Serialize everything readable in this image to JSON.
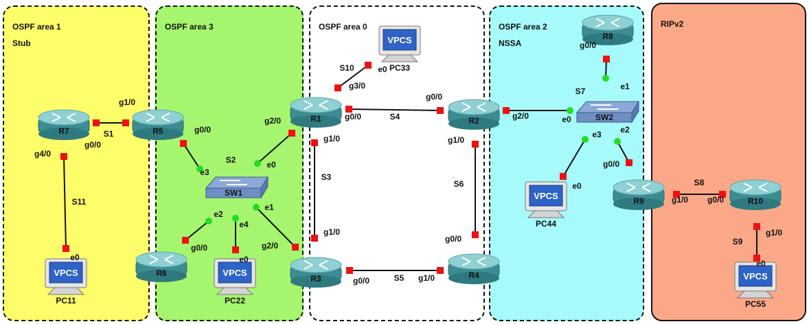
{
  "colors": {
    "area1": "#fefe6a",
    "area3": "#a6f56f",
    "area0": "#ffffff",
    "area2": "#a6fafa",
    "rip": "#fba889",
    "port_down": "#ee1111",
    "port_up": "#22dd22",
    "router_body": "#3b8d92",
    "router_top": "#8fd0d2",
    "switch_body": "#8aa9d6",
    "vpcs_screen": "#2e63c7"
  },
  "areas": [
    {
      "id": "area1",
      "title": "OSPF area 1",
      "subtitle": "Stub",
      "fill": "#fefe6a",
      "border": "dashed"
    },
    {
      "id": "area3",
      "title": "OSPF area 3",
      "subtitle": "",
      "fill": "#a6f56f",
      "border": "dashed"
    },
    {
      "id": "area0",
      "title": "OSPF area 0",
      "subtitle": "",
      "fill": "#ffffff",
      "border": "dashed"
    },
    {
      "id": "area2",
      "title": "OSPF area 2",
      "subtitle": "NSSA",
      "fill": "#a6fafa",
      "border": "dashed"
    },
    {
      "id": "rip",
      "title": "RIPv2",
      "subtitle": "",
      "fill": "#fba889",
      "border": "solid"
    }
  ],
  "devices": [
    {
      "id": "R7",
      "type": "router",
      "label": "R7"
    },
    {
      "id": "R5",
      "type": "router",
      "label": "R5"
    },
    {
      "id": "R6",
      "type": "router",
      "label": "R6"
    },
    {
      "id": "R1",
      "type": "router",
      "label": "R1"
    },
    {
      "id": "R2",
      "type": "router",
      "label": "R2"
    },
    {
      "id": "R3",
      "type": "router",
      "label": "R3"
    },
    {
      "id": "R4",
      "type": "router",
      "label": "R4"
    },
    {
      "id": "R8",
      "type": "router",
      "label": "R8"
    },
    {
      "id": "R9",
      "type": "router",
      "label": "R9"
    },
    {
      "id": "R10",
      "type": "router",
      "label": "R10"
    },
    {
      "id": "SW1",
      "type": "switch",
      "label": "SW1"
    },
    {
      "id": "SW2",
      "type": "switch",
      "label": "SW2"
    },
    {
      "id": "PC11",
      "type": "vpcs",
      "label": "PC11",
      "screen": "VPCS"
    },
    {
      "id": "PC22",
      "type": "vpcs",
      "label": "PC22",
      "screen": "VPCS"
    },
    {
      "id": "PC33",
      "type": "vpcs",
      "label": "PC33",
      "screen": "VPCS"
    },
    {
      "id": "PC44",
      "type": "vpcs",
      "label": "PC44",
      "screen": "VPCS"
    },
    {
      "id": "PC55",
      "type": "vpcs",
      "label": "PC55",
      "screen": "VPCS"
    }
  ],
  "links": [
    {
      "id": "S1",
      "label": "S1",
      "a": "R7",
      "a_if": "g0/0",
      "a_state": "down",
      "b": "R5",
      "b_if": "g1/0",
      "b_state": "down"
    },
    {
      "id": "S11",
      "label": "S11",
      "a": "R7",
      "a_if": "g4/0",
      "a_state": "down",
      "b": "PC11",
      "b_if": "e0",
      "b_state": "down"
    },
    {
      "id": "S2a",
      "label": "S2",
      "a": "R5",
      "a_if": "g0/0",
      "a_state": "down",
      "b": "SW1",
      "b_if": "e3",
      "b_state": "up"
    },
    {
      "id": "S2b",
      "label": "",
      "a": "R1",
      "a_if": "g2/0",
      "a_state": "down",
      "b": "SW1",
      "b_if": "e0",
      "b_state": "up"
    },
    {
      "id": "S2c",
      "label": "",
      "a": "R6",
      "a_if": "g0/0",
      "a_state": "down",
      "b": "SW1",
      "b_if": "e2",
      "b_state": "up"
    },
    {
      "id": "S2d",
      "label": "",
      "a": "PC22",
      "a_if": "e0",
      "a_state": "down",
      "b": "SW1",
      "b_if": "e4",
      "b_state": "up"
    },
    {
      "id": "S2e",
      "label": "",
      "a": "R3",
      "a_if": "g2/0",
      "a_state": "down",
      "b": "SW1",
      "b_if": "e1",
      "b_state": "up"
    },
    {
      "id": "S10",
      "label": "S10",
      "a": "R1",
      "a_if": "g3/0",
      "a_state": "down",
      "b": "PC33",
      "b_if": "e0",
      "b_state": "down"
    },
    {
      "id": "S4",
      "label": "S4",
      "a": "R1",
      "a_if": "g0/0",
      "a_state": "down",
      "b": "R2",
      "b_if": "g0/0",
      "b_state": "down"
    },
    {
      "id": "S3",
      "label": "S3",
      "a": "R1",
      "a_if": "g1/0",
      "a_state": "down",
      "b": "R3",
      "b_if": "g1/0",
      "b_state": "down"
    },
    {
      "id": "S6",
      "label": "S6",
      "a": "R2",
      "a_if": "g1/0",
      "a_state": "down",
      "b": "R4",
      "b_if": "g0/0",
      "b_state": "down"
    },
    {
      "id": "S5",
      "label": "S5",
      "a": "R3",
      "a_if": "g0/0",
      "a_state": "down",
      "b": "R4",
      "b_if": "g1/0",
      "b_state": "down"
    },
    {
      "id": "S7",
      "label": "S7",
      "a": "R2",
      "a_if": "g2/0",
      "a_state": "down",
      "b": "SW2",
      "b_if": "e0",
      "b_state": "up"
    },
    {
      "id": "S7b",
      "label": "",
      "a": "R8",
      "a_if": "g0/0",
      "a_state": "down",
      "b": "SW2",
      "b_if": "e1",
      "b_state": "up"
    },
    {
      "id": "S7c",
      "label": "",
      "a": "PC44",
      "a_if": "e0",
      "a_state": "down",
      "b": "SW2",
      "b_if": "e3",
      "b_state": "up"
    },
    {
      "id": "S7d",
      "label": "",
      "a": "R9",
      "a_if": "g0/0",
      "a_state": "down",
      "b": "SW2",
      "b_if": "e2",
      "b_state": "up"
    },
    {
      "id": "S8",
      "label": "S8",
      "a": "R9",
      "a_if": "g1/0",
      "a_state": "down",
      "b": "R10",
      "b_if": "g0/0",
      "b_state": "down"
    },
    {
      "id": "S9",
      "label": "S9",
      "a": "R10",
      "a_if": "g1/0",
      "a_state": "down",
      "b": "PC55",
      "b_if": "e0",
      "b_state": "down"
    }
  ]
}
